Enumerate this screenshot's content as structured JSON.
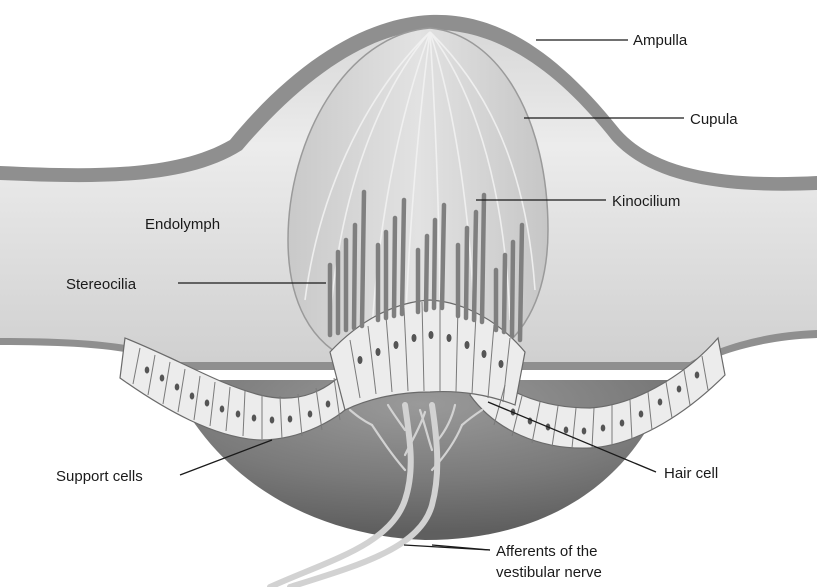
{
  "diagram": {
    "labels": {
      "ampulla": "Ampulla",
      "cupula": "Cupula",
      "kinocilium": "Kinocilium",
      "endolymph": "Endolymph",
      "stereocilia": "Stereocilia",
      "support_cells": "Support cells",
      "hair_cell": "Hair cell",
      "afferents_line1": "Afferents of the",
      "afferents_line2": "vestibular nerve"
    },
    "colors": {
      "wall": "#8f8f8f",
      "canal": "#e6e6e6",
      "cupula": "#d4d4d4",
      "crista_base": "#7d7d7d",
      "cells": "#ececec",
      "cilia": "#7f7f7f",
      "nerve": "#d2d2d2"
    }
  }
}
